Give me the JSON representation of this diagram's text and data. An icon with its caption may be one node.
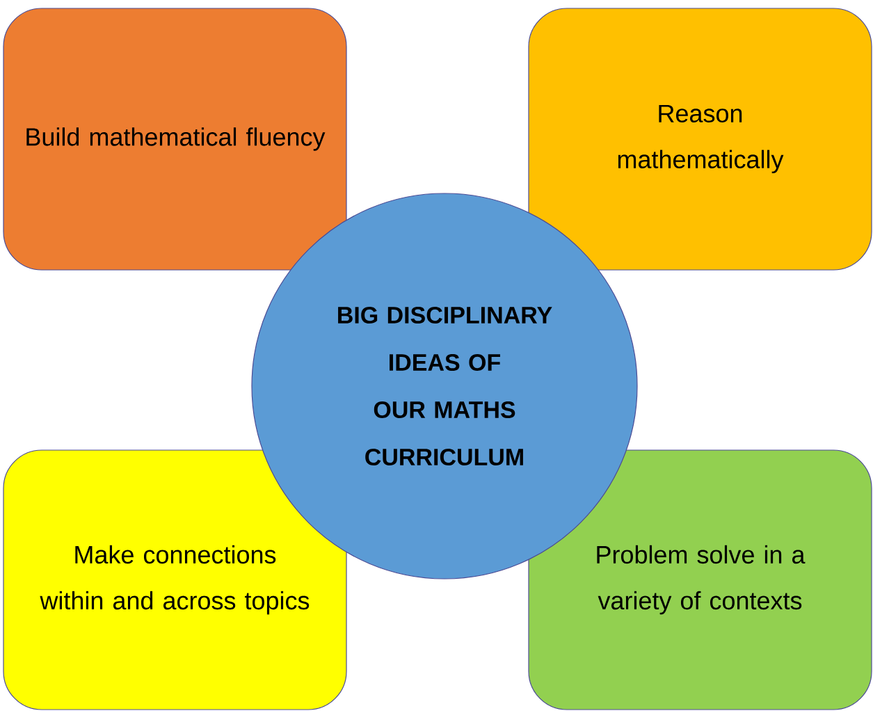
{
  "diagram": {
    "nodes": [
      {
        "text": [
          "Build mathematical fluency"
        ]
      },
      {
        "text": [
          "Reason mathematically"
        ]
      },
      {
        "text": [
          "BIG DISCIPLINARY IDEAS OF OUR MATHS CURRICULUM"
        ]
      },
      {
        "text": [
          "Make connections within and across topics"
        ]
      },
      {
        "text": [
          "Problem solve in a variety of contexts"
        ]
      }
    ]
  }
}
